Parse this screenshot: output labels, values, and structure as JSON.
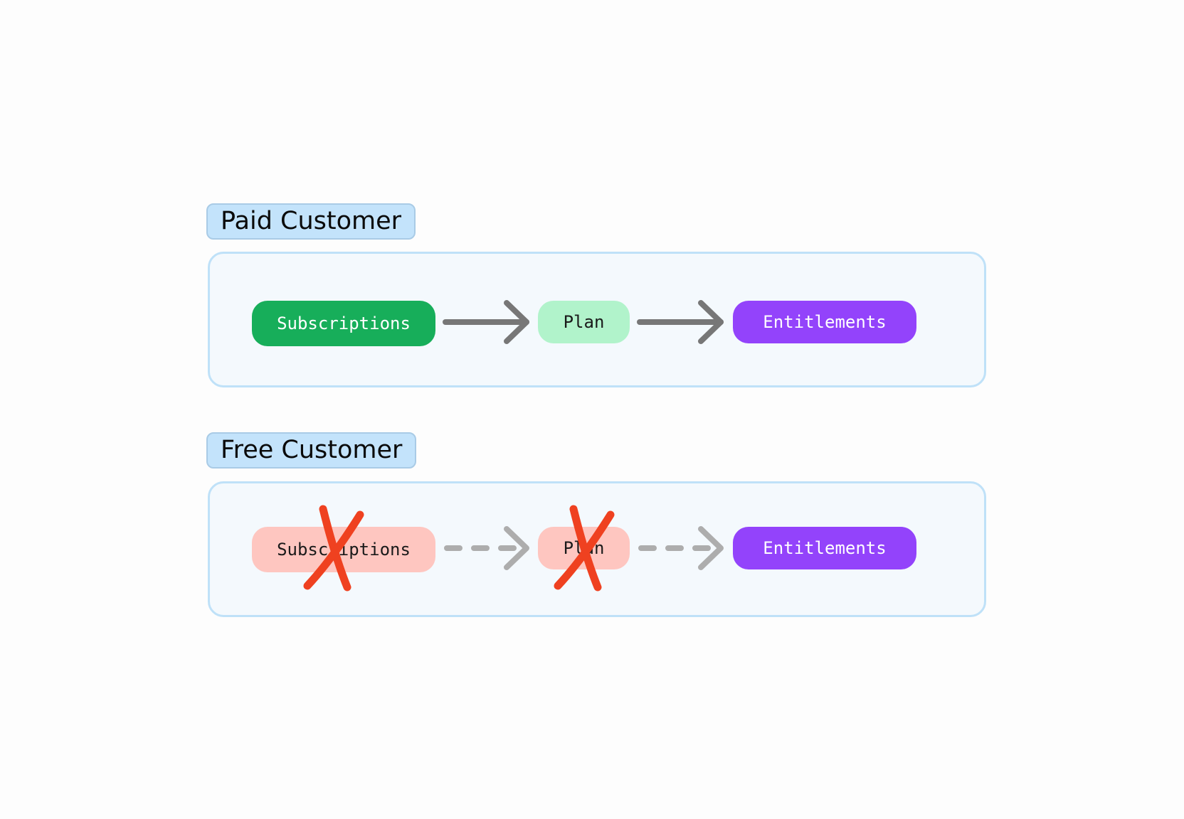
{
  "colors": {
    "label_bg": "#c3e3fb",
    "panel_bg": "#f4f9fd",
    "panel_border": "#bfe1f8",
    "subscriptions_active": "#17ae5a",
    "plan_active": "#b1f3cb",
    "entitlements": "#9343fb",
    "disabled": "#fec6c0",
    "arrow_solid": "#777777",
    "arrow_dashed": "#adadad",
    "cross": "#ef4120"
  },
  "paid": {
    "label": "Paid Customer",
    "subscriptions": "Subscriptions",
    "plan": "Plan",
    "entitlements": "Entitlements"
  },
  "free": {
    "label": "Free Customer",
    "subscriptions": "Subscriptions",
    "plan": "Plan",
    "entitlements": "Entitlements"
  }
}
